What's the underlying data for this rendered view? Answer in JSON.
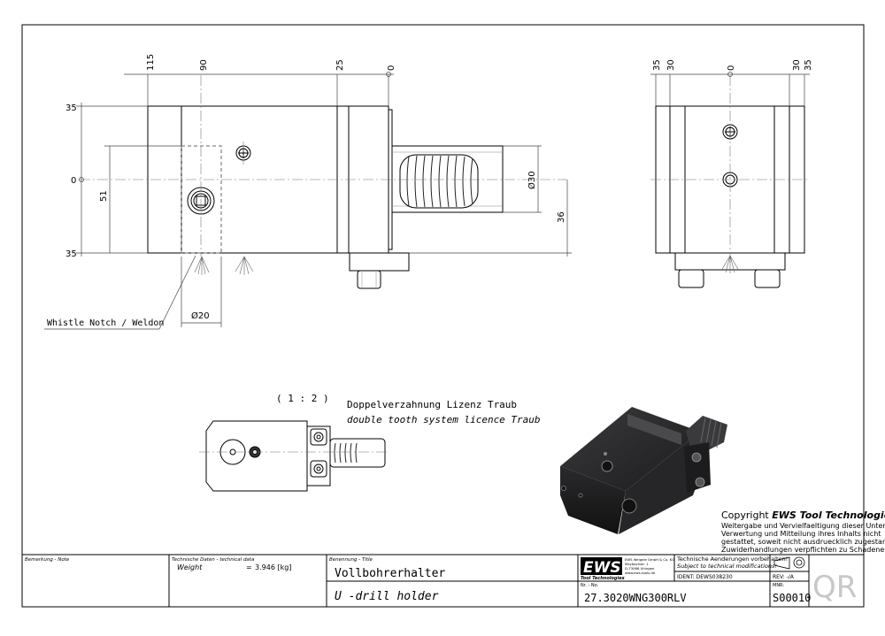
{
  "dims": {
    "top_front": [
      "115",
      "90",
      "25",
      "0"
    ],
    "top_side": [
      "35",
      "30",
      "0",
      "30",
      "35"
    ],
    "left": [
      "35",
      "0",
      "35"
    ],
    "height_51": "51",
    "dia30": "Ø30",
    "dim36": "36",
    "dia20": "Ø20"
  },
  "labels": {
    "whistle": "Whistle Notch / Weldon",
    "scale": "( 1 : 2 )",
    "tooth_de": "Doppelverzahnung Lizenz Traub",
    "tooth_en": "double tooth system licence Traub"
  },
  "copyright": {
    "title_prefix": "Copyright ",
    "title_brand": "EWS Tool Technologies",
    "lines": [
      "Weitergabe und Vervielfaeltigung dieser Unterlage,",
      "Verwertung und Mitteilung ihres Inhalts nicht",
      "gestattet, soweit nicht ausdruecklich zugestanden.",
      "Zuwiderhandlungen verpflichten zu Schadenersatz."
    ]
  },
  "titleblock": {
    "note_label": "Bemerkung - Note",
    "tech_label": "Technische Daten - technical data",
    "weight_label": "Weight",
    "weight_eq": "=",
    "weight_value": "3.946 [kg]",
    "title_label": "Benennung - Title",
    "title_de": "Vollbohrerhalter",
    "title_en": "U -drill holder",
    "logo": "EWS",
    "logo_sub": "Tool Technologies",
    "company_lines": [
      "EWS Weigele GmbH & Co. KG",
      "Maybachstr. 1",
      "D-73066 Uhingen",
      "www.ews-tools.de"
    ],
    "change_de": "Technische Aenderungen vorbehalten!",
    "change_en": "Subject to technical modifications!",
    "ident": "IDENT:  DEWS038230",
    "nr_label": "Nr. - No.",
    "part_no": "27.3020WNG300RLV",
    "rev": "REV:  -/A",
    "mnr_label": "MNR:",
    "mnr": "S00010",
    "qr": "QR"
  }
}
